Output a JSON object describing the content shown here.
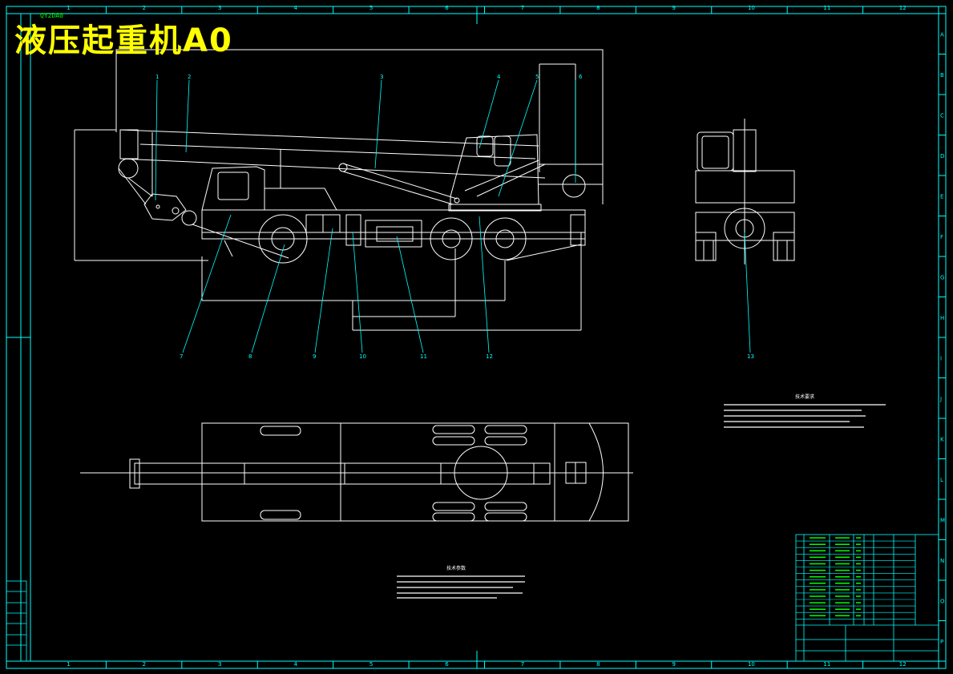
{
  "title": "液压起重机A0",
  "drawing_code": "QY2DA0",
  "grid_columns": [
    "1",
    "2",
    "3",
    "4",
    "5",
    "6",
    "7",
    "8",
    "9",
    "10",
    "11",
    "12"
  ],
  "grid_rows": [
    "A",
    "B",
    "C",
    "D",
    "E",
    "F",
    "G",
    "H",
    "I",
    "J",
    "K",
    "L",
    "M",
    "N",
    "O",
    "P"
  ],
  "callouts": [
    "1",
    "2",
    "3",
    "4",
    "5",
    "6",
    "7",
    "8",
    "9",
    "10",
    "11",
    "12",
    "13"
  ],
  "notes_heading_1": "技术要求",
  "notes_heading_2": "技术参数",
  "colors": {
    "frame": "#00ffff",
    "drawing": "#ffffff",
    "title": "#ffff00",
    "table_text": "#00ff00"
  }
}
